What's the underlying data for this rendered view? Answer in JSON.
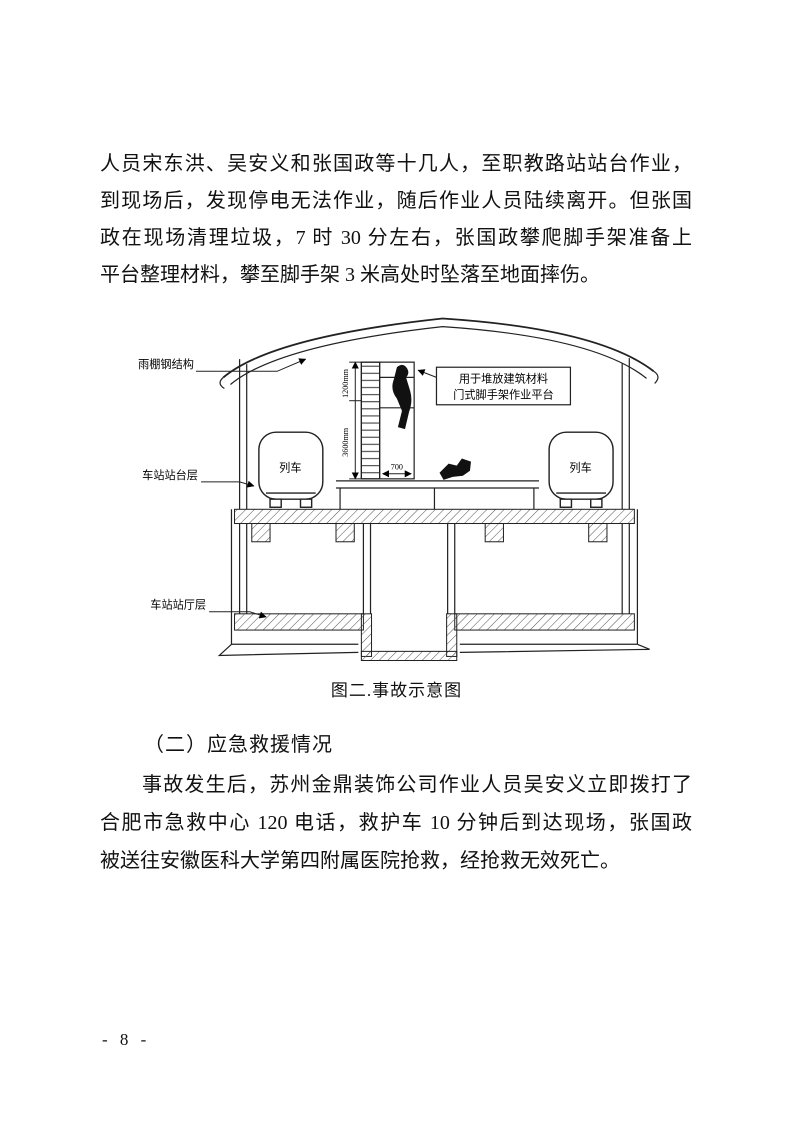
{
  "doc": {
    "para1_lines": [
      "人员宋东洪、吴安义和张国政等十几人，至职教路站站台作业，",
      "到现场后，发现停电无法作业，随后作业人员陆续离开。但张国",
      "政在现场清理垃圾，7 时 30 分左右，张国政攀爬脚手架准备上",
      "平台整理材料，攀至脚手架 3 米高处时坠落至地面摔伤。"
    ],
    "section_heading": "（二）应急救援情况",
    "para2_lines": [
      "事故发生后，苏州金鼎装饰公司作业人员吴安义立即拨打了",
      "合肥市急救中心 120 电话，救护车 10 分钟后到达现场，张国政",
      "被送往安徽医科大学第四附属医院抢救，经抢救无效死亡。"
    ],
    "page_number": "- 8 -"
  },
  "figure": {
    "caption": "图二.事故示意图",
    "labels": {
      "canopy": "雨棚钢结构",
      "platform_level": "车站站台层",
      "hall_level": "车站站厅层",
      "train_left": "列车",
      "train_right": "列车",
      "callout_line1": "用于堆放建筑材料",
      "callout_line2": "门式脚手架作业平台",
      "dim_top": "1200mm",
      "dim_full": "3600mm",
      "dim_width": "700"
    }
  }
}
